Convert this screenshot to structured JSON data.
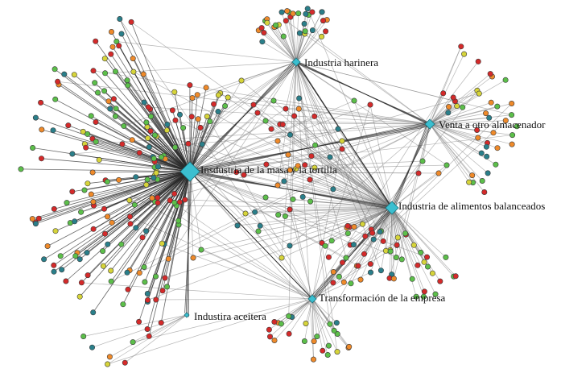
{
  "colors": {
    "hub": "#3bbfd0",
    "red": "#d42a2a",
    "green": "#5cbf4a",
    "orange": "#ef8a2a",
    "yellow": "#d6d43a",
    "teal": "#2a7f8a",
    "edge": "#7a7a7a"
  },
  "hubs": [
    {
      "id": "harinera",
      "label": "Industria harinera"
    },
    {
      "id": "almacenador",
      "label": "Venta a otro almacenador"
    },
    {
      "id": "masa",
      "label": "Insdustria de la masa y la tortilla"
    },
    {
      "id": "balanceados",
      "label": "Industria de alimentos balanceados"
    },
    {
      "id": "transformacion",
      "label": "Transformación de la empresa"
    },
    {
      "id": "aceitera",
      "label": "Industira aceitera"
    }
  ]
}
